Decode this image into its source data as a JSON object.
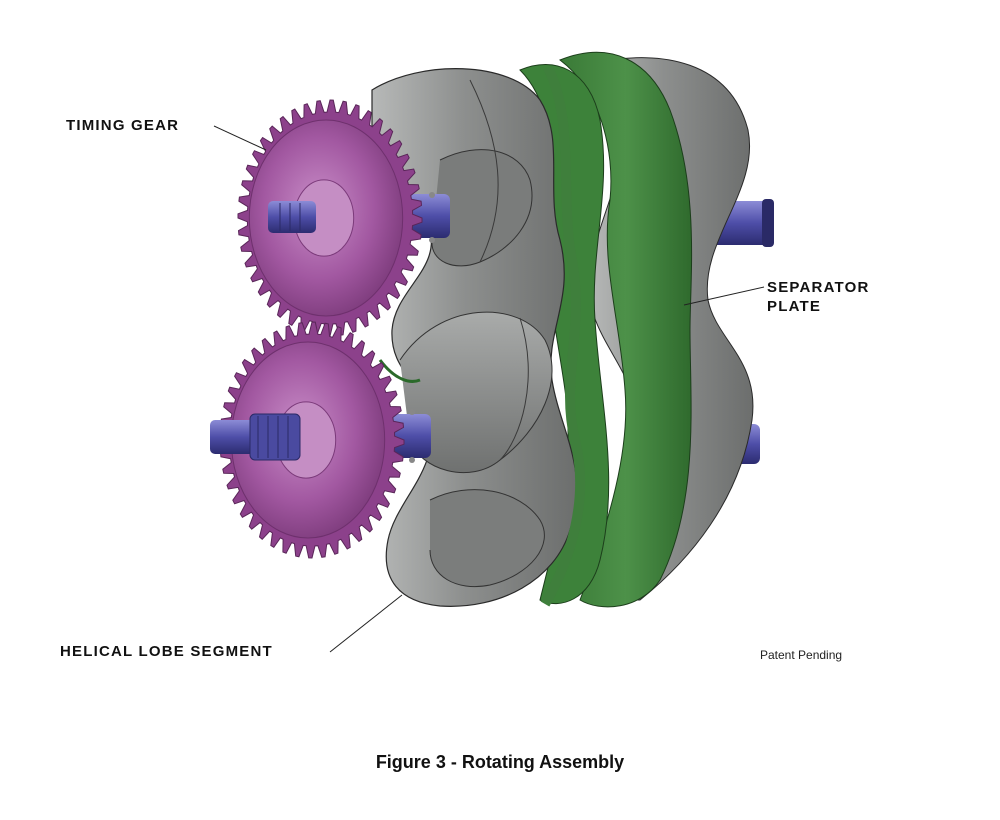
{
  "labels": {
    "timing_gear": "TIMING  GEAR",
    "helical_lobe": "HELICAL  LOBE  SEGMENT",
    "separator_line1": "SEPARATOR",
    "separator_line2": "PLATE"
  },
  "patent": "Patent Pending",
  "caption": "Figure 3 - Rotating Assembly",
  "colors": {
    "lobe": "#8a8c8b",
    "plate": "#3f7f3c",
    "gear": "#9b4f9a",
    "shaft": "#5a5aa6"
  }
}
